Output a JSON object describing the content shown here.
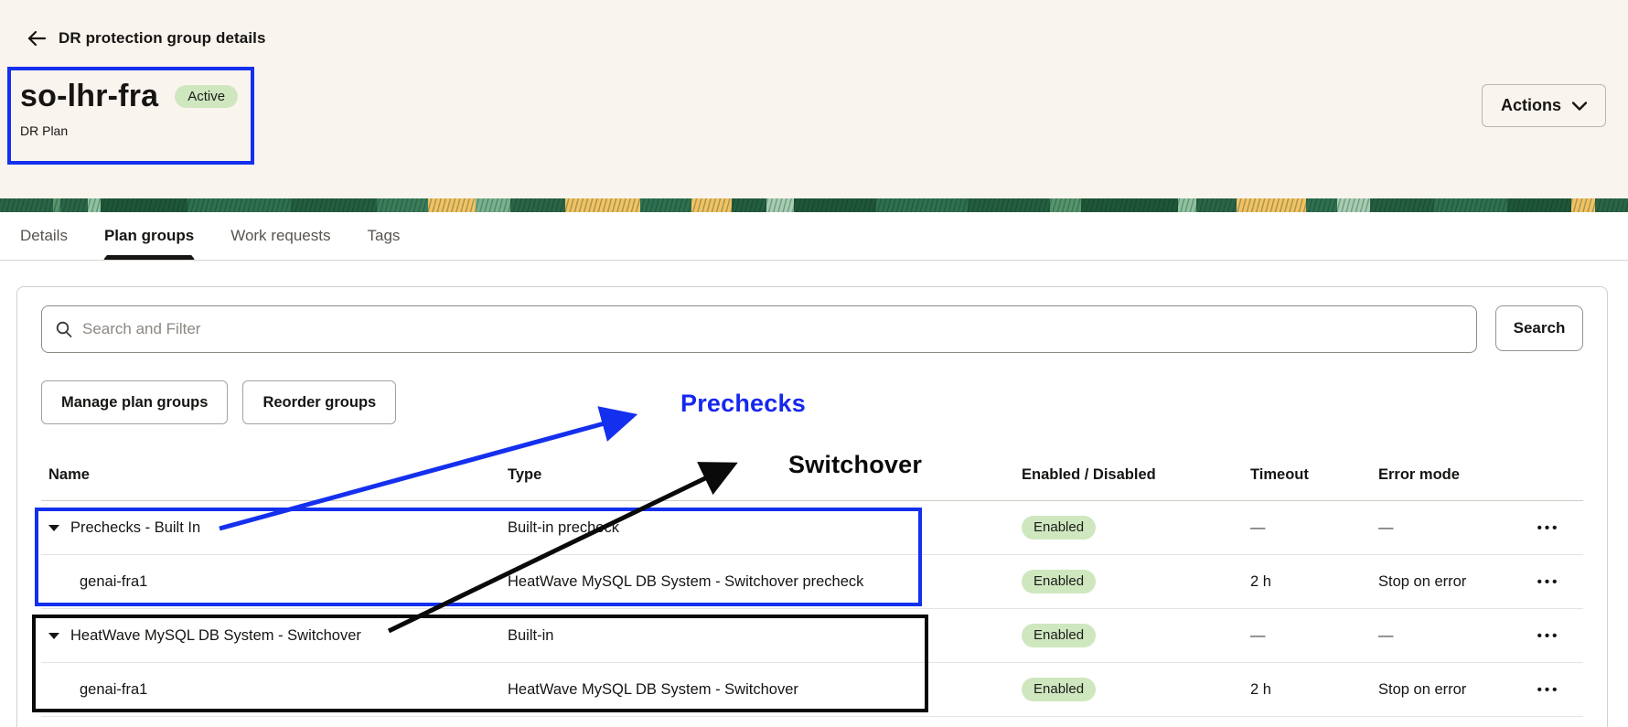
{
  "header": {
    "back_label": "DR protection group details",
    "title": "so-lhr-fra",
    "status_badge": "Active",
    "subtitle": "DR Plan",
    "actions_button": "Actions"
  },
  "tabs": [
    {
      "label": "Details"
    },
    {
      "label": "Plan groups"
    },
    {
      "label": "Work requests"
    },
    {
      "label": "Tags"
    }
  ],
  "toolbar": {
    "search_placeholder": "Search and Filter",
    "search_button": "Search",
    "manage_button": "Manage plan groups",
    "reorder_button": "Reorder groups"
  },
  "annotations": {
    "prechecks_label": "Prechecks",
    "switchover_label": "Switchover"
  },
  "table": {
    "columns": [
      "Name",
      "Type",
      "Enabled / Disabled",
      "Timeout",
      "Error mode"
    ],
    "rows": [
      {
        "name": "Prechecks - Built In",
        "type": "Built-in precheck",
        "enabled": "Enabled",
        "timeout": "—",
        "error_mode": "—"
      },
      {
        "name": "genai-fra1",
        "type": "HeatWave MySQL DB System - Switchover precheck",
        "enabled": "Enabled",
        "timeout": "2 h",
        "error_mode": "Stop on error"
      },
      {
        "name": "HeatWave MySQL DB System - Switchover",
        "type": "Built-in",
        "enabled": "Enabled",
        "timeout": "—",
        "error_mode": "—"
      },
      {
        "name": "genai-fra1",
        "type": "HeatWave MySQL DB System - Switchover",
        "enabled": "Enabled",
        "timeout": "2 h",
        "error_mode": "Stop on error"
      }
    ]
  },
  "colors": {
    "annotation_blue": "#1430ee",
    "annotation_black": "#0a0a0a",
    "status_pill_green": "#cfe7bf",
    "header_cream": "#faf4ee",
    "banner_green_dark": "#1f5639",
    "banner_yellow": "#f1c364"
  }
}
